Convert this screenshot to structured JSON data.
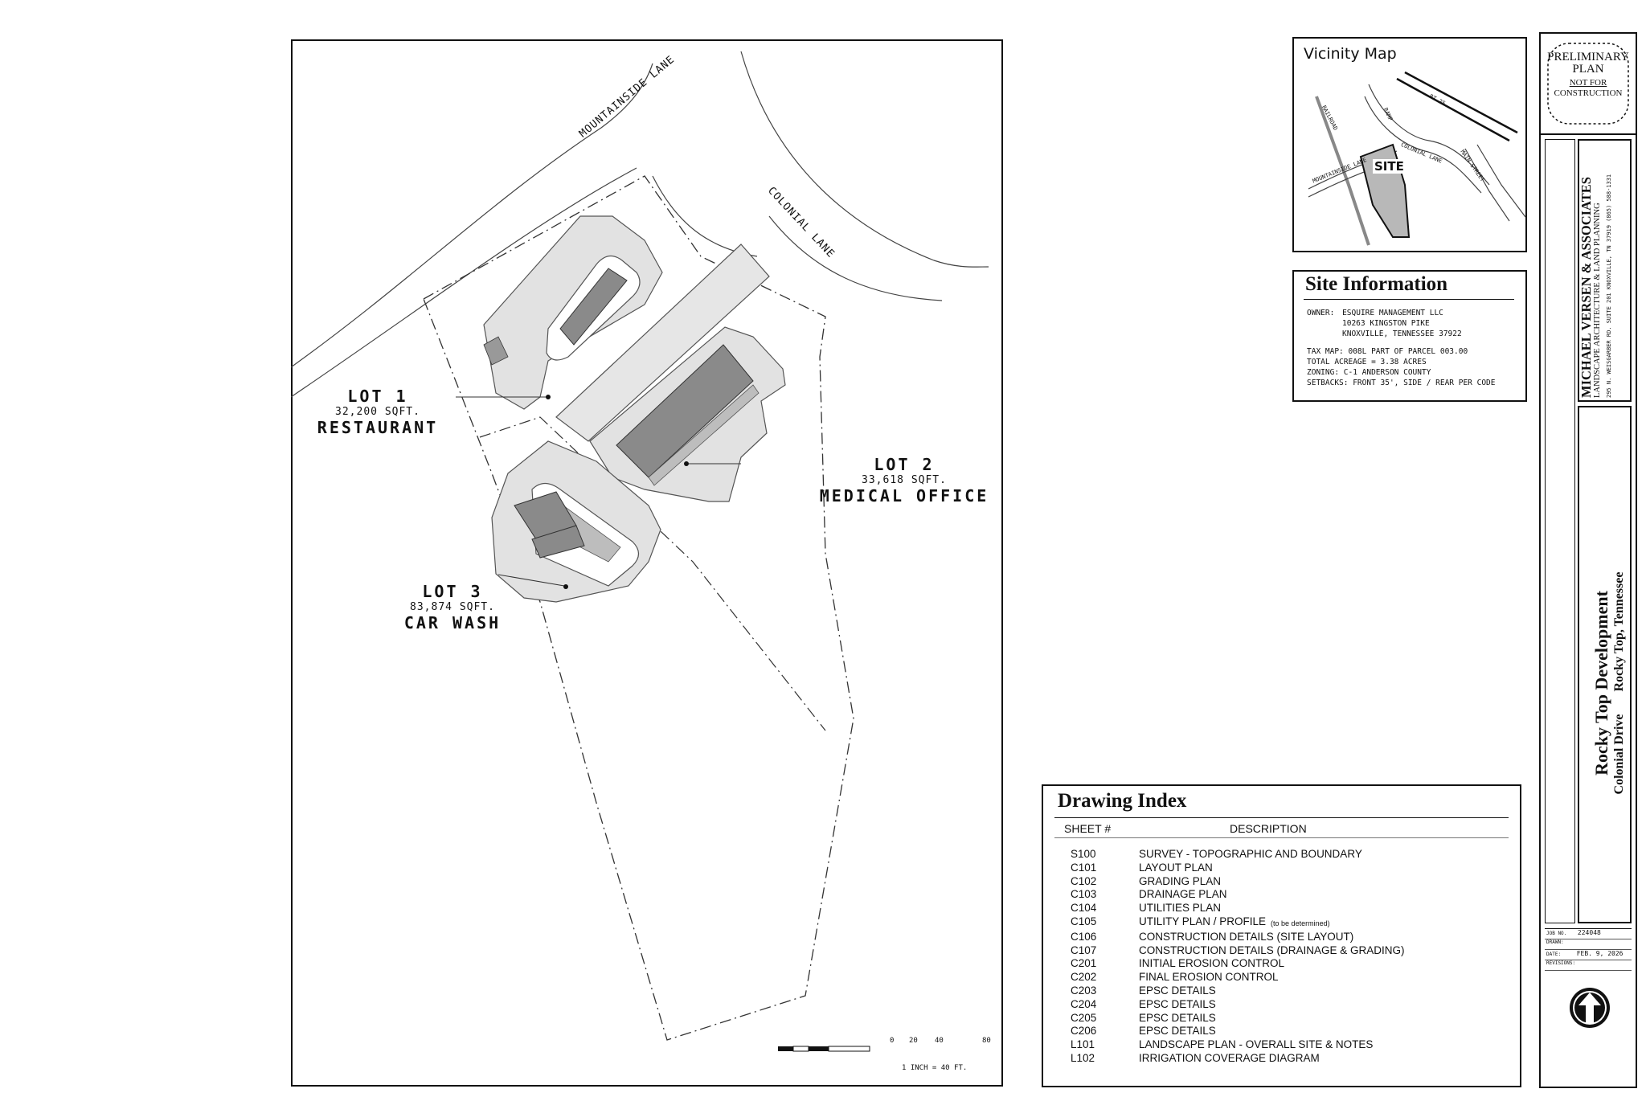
{
  "site_plan": {
    "streets": {
      "mountainside": "MOUNTAINSIDE LANE",
      "colonial": "COLONIAL LANE"
    },
    "lots": [
      {
        "label": "LOT 1",
        "area": "32,200 SQFT.",
        "use": "RESTAURANT"
      },
      {
        "label": "LOT 2",
        "area": "33,618 SQFT.",
        "use": "MEDICAL OFFICE"
      },
      {
        "label": "LOT 3",
        "area": "83,874 SQFT.",
        "use": "CAR WASH"
      }
    ],
    "scale": {
      "ticks": [
        "0",
        "20",
        "40",
        "80"
      ],
      "caption": "1 INCH = 40 FT."
    }
  },
  "vicinity_map": {
    "title": "Vicinity Map",
    "labels": {
      "site": "SITE",
      "railroad": "RAILROAD",
      "mountainside": "MOUNTAINSIDE LANE",
      "colonial": "COLONIAL LANE",
      "main": "MAIN STREET",
      "route": "RT 25",
      "ramp": "RAMP"
    }
  },
  "site_information": {
    "title": "Site Information",
    "owner_label": "OWNER:",
    "owner_lines": [
      "ESQUIRE MANAGEMENT LLC",
      "10263 KINGSTON PIKE",
      "KNOXVILLE, TENNESSEE 37922"
    ],
    "tax_map": "TAX MAP: 008L PART OF PARCEL 003.00",
    "acreage": "TOTAL ACREAGE = 3.38 ACRES",
    "zoning": "ZONING: C-1 ANDERSON COUNTY",
    "setbacks": "SETBACKS: FRONT 35', SIDE / REAR PER CODE"
  },
  "drawing_index": {
    "title": "Drawing Index",
    "col_sheet": "SHEET #",
    "col_desc": "DESCRIPTION",
    "rows": [
      {
        "sheet": "S100",
        "desc": "SURVEY - TOPOGRAPHIC AND BOUNDARY",
        "note": ""
      },
      {
        "sheet": "C101",
        "desc": "LAYOUT PLAN",
        "note": ""
      },
      {
        "sheet": "C102",
        "desc": "GRADING PLAN",
        "note": ""
      },
      {
        "sheet": "C103",
        "desc": "DRAINAGE PLAN",
        "note": ""
      },
      {
        "sheet": "C104",
        "desc": "UTILITIES PLAN",
        "note": ""
      },
      {
        "sheet": "C105",
        "desc": "UTILITY PLAN / PROFILE",
        "note": "(to be determined)"
      },
      {
        "sheet": "C106",
        "desc": "CONSTRUCTION DETAILS (SITE LAYOUT)",
        "note": ""
      },
      {
        "sheet": "C107",
        "desc": "CONSTRUCTION DETAILS (DRAINAGE & GRADING)",
        "note": ""
      },
      {
        "sheet": "C201",
        "desc": "INITIAL EROSION CONTROL",
        "note": ""
      },
      {
        "sheet": "C202",
        "desc": "FINAL EROSION CONTROL",
        "note": ""
      },
      {
        "sheet": "C203",
        "desc": "EPSC DETAILS",
        "note": ""
      },
      {
        "sheet": "C204",
        "desc": "EPSC DETAILS",
        "note": ""
      },
      {
        "sheet": "C205",
        "desc": "EPSC DETAILS",
        "note": ""
      },
      {
        "sheet": "C206",
        "desc": "EPSC DETAILS",
        "note": ""
      },
      {
        "sheet": "L101",
        "desc": "LANDSCAPE PLAN - OVERALL SITE & NOTES",
        "note": ""
      },
      {
        "sheet": "L102",
        "desc": "IRRIGATION COVERAGE DIAGRAM",
        "note": ""
      }
    ]
  },
  "title_block": {
    "stamp": {
      "line1": "PRELIMINARY",
      "line2": "PLAN",
      "line3": "NOT FOR",
      "line4": "CONSTRUCTION"
    },
    "firm": {
      "name": "MICHAEL VERSEN & ASSOCIATES",
      "subtitle": "LANDSCAPE ARCHITECTURE & LAND PLANNING",
      "address": "295 N. WEISGARBER RD. SUITE 201 KNOXVILLE, TN 37919 (865) 588-1331"
    },
    "project": {
      "name": "Rocky Top Development",
      "street": "Colonial Drive",
      "city": "Rocky Top, Tennessee"
    },
    "fields": [
      {
        "label": "JOB NO.",
        "value": "224048"
      },
      {
        "label": "DRAWN:",
        "value": ""
      },
      {
        "label": "DATE:",
        "value": "FEB. 9, 2026"
      },
      {
        "label": "REVISIONS:",
        "value": ""
      }
    ]
  }
}
